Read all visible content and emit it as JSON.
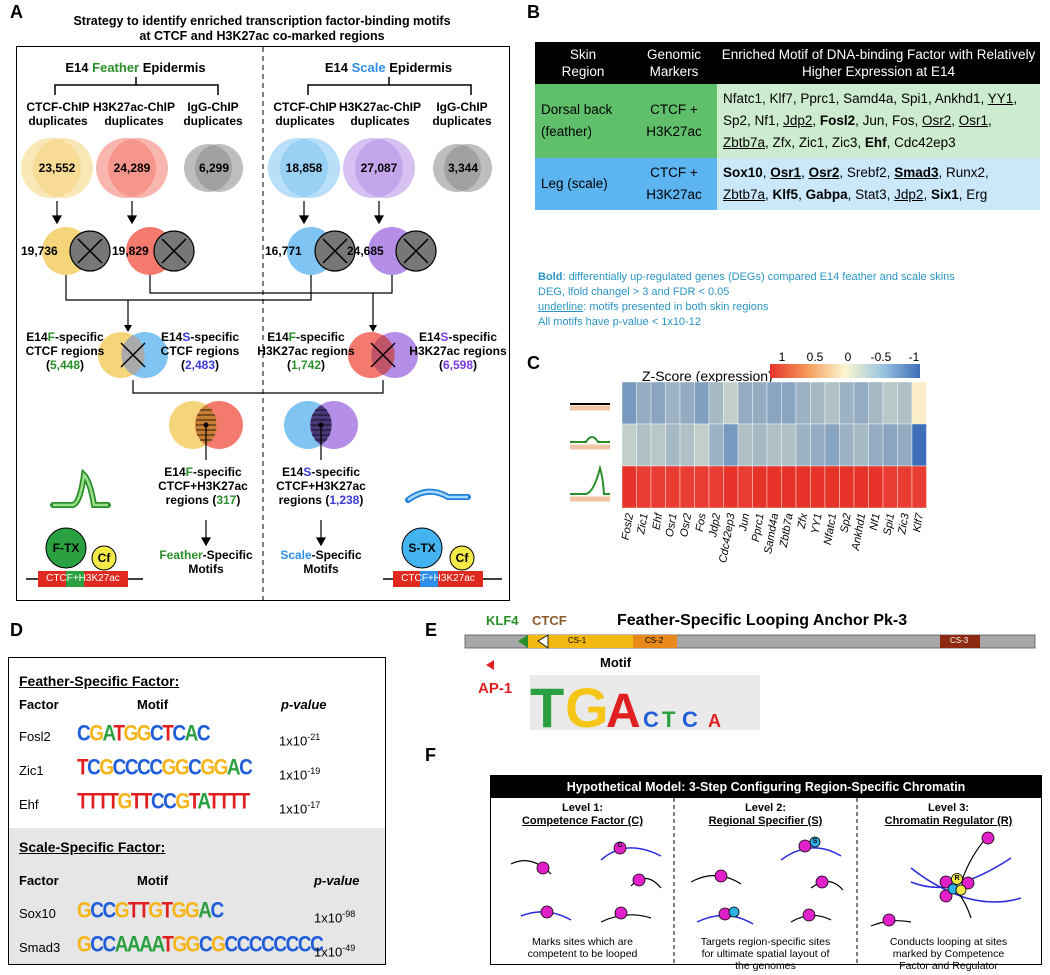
{
  "panels": {
    "a": "A",
    "b": "B",
    "c": "C",
    "d": "D",
    "e": "E",
    "f": "F"
  },
  "panelA": {
    "title_line1": "Strategy to identify enriched transcription factor-binding motifs",
    "title_line2": "at CTCF and H3K27ac co-marked regions",
    "feather_header": {
      "prefix": "E14",
      "colored": "Feather",
      "suffix": "Epidermis"
    },
    "scale_header": {
      "prefix": "E14",
      "colored": "Scale",
      "suffix": "Epidermis"
    },
    "chip_ctcf": "CTCF-ChIP",
    "chip_h3k": "H3K27ac-ChIP",
    "chip_igg": "IgG-ChIP",
    "dup": "duplicates",
    "counts_top": [
      "23,552",
      "24,289",
      "6,299",
      "18,858",
      "27,087",
      "3,344"
    ],
    "counts_mid": [
      "19,736",
      "19,829",
      "16,771",
      "24,685"
    ],
    "spec_f_ctcf": {
      "l1a": "E14",
      "l1b": "F",
      "l1c": "-specific",
      "l2": "CTCF regions",
      "n": "5,448"
    },
    "spec_s_ctcf": {
      "l1a": "E14",
      "l1b": "S",
      "l1c": "-specific",
      "l2": "CTCF regions",
      "n": "2,483"
    },
    "spec_f_h3k": {
      "l1a": "E14",
      "l1b": "F",
      "l1c": "-specific",
      "l2": "H3K27ac regions",
      "n": "1,742"
    },
    "spec_s_h3k": {
      "l1a": "E14",
      "l1b": "S",
      "l1c": "-specific",
      "l2": "H3K27ac regions",
      "n": "6,598"
    },
    "co_f": {
      "l1a": "E14",
      "l1b": "F",
      "l1c": "-specific",
      "l2": "CTCF+H3K27ac",
      "l3": "regions",
      "n": "317"
    },
    "co_s": {
      "l1a": "E14",
      "l1b": "S",
      "l1c": "-specific",
      "l2": "CTCF+H3K27ac",
      "l3": "regions",
      "n": "1,238"
    },
    "f_tx": "F-TX",
    "s_tx": "S-TX",
    "cf": "Cf",
    "ctcf_h3k_box": "CTCF+H3K27ac",
    "feather_motifs": {
      "a": "Feather",
      "b": "-Specific",
      "c": "Motifs"
    },
    "scale_motifs": {
      "a": "Scale",
      "b": "-Specific",
      "c": "Motifs"
    }
  },
  "panelB": {
    "headers": [
      "Skin\nRegion",
      "Genomic\nMarkers",
      "Enriched Motif of DNA-binding Factor with Relatively Higher Expression at E14"
    ],
    "rows": [
      {
        "region": "Dorsal back (feather)",
        "markers": "CTCF + H3K27ac",
        "motifs": [
          [
            "Nfatc1",
            ""
          ],
          [
            "Klf7",
            ""
          ],
          [
            "Pprc1",
            ""
          ],
          [
            "Samd4a",
            ""
          ],
          [
            "Spi1",
            ""
          ],
          [
            "Ankhd1",
            ""
          ],
          [
            "YY1",
            "u"
          ],
          [
            "Sp2",
            ""
          ],
          [
            "Nf1",
            ""
          ],
          [
            "Jdp2",
            "u"
          ],
          [
            "Fosl2",
            "b"
          ],
          [
            "Jun",
            ""
          ],
          [
            "Fos",
            ""
          ],
          [
            "Osr2",
            "u"
          ],
          [
            "Osr1",
            "u"
          ],
          [
            "Zbtb7a",
            "u"
          ],
          [
            "Zfx",
            ""
          ],
          [
            "Zic1",
            ""
          ],
          [
            "Zic3",
            ""
          ],
          [
            "Ehf",
            "b"
          ],
          [
            "Cdc42ep3",
            ""
          ]
        ]
      },
      {
        "region": "Leg (scale)",
        "markers": "CTCF + H3K27ac",
        "motifs": [
          [
            "Sox10",
            "b"
          ],
          [
            "Osr1",
            "bu"
          ],
          [
            "Osr2",
            "bu"
          ],
          [
            "Srebf2",
            ""
          ],
          [
            "Smad3",
            "bu"
          ],
          [
            "Runx2",
            ""
          ],
          [
            "Zbtb7a",
            "u"
          ],
          [
            "Klf5",
            "b"
          ],
          [
            "Gabpa",
            "b"
          ],
          [
            "Stat3",
            ""
          ],
          [
            "Jdp2",
            "u"
          ],
          [
            "Six1",
            "b"
          ],
          [
            "Erg",
            ""
          ]
        ]
      }
    ],
    "legend": {
      "bold_label": "Bold",
      "bold_text": ": differentially up-regulated genes (DEGs) compared E14 feather and scale skins",
      "deg_text": "DEG, lfold changel > 3 and FDR < 0.05",
      "ul_label": "underline",
      "ul_text": ": motifs presented in both skin regions",
      "p_text": "All motifs have p-value < 1x10-12"
    }
  },
  "chart_data": {
    "type": "heatmap",
    "title": "Z-Score (expression)",
    "colorbar_ticks": [
      "1",
      "0.5",
      "0",
      "-0.5",
      "-1"
    ],
    "columns": [
      "Fosl2",
      "Zic1",
      "Ehf",
      "Osr1",
      "Osr2",
      "Fos",
      "Jdp2",
      "Cdc42ep3",
      "Jun",
      "Pprc1",
      "Samd4a",
      "Zbtb7a",
      "Zfx",
      "YY1",
      "Nfatc1",
      "Sp2",
      "Ankhd1",
      "Nf1",
      "Spi1",
      "Zic3",
      "Klf7"
    ],
    "rows": [
      "flat",
      "placode",
      "feather bud"
    ],
    "values": [
      [
        -0.7,
        -0.55,
        -0.6,
        -0.5,
        -0.55,
        -0.65,
        -0.45,
        -0.3,
        -0.55,
        -0.55,
        -0.6,
        -0.6,
        -0.5,
        -0.45,
        -0.4,
        -0.5,
        -0.55,
        -0.45,
        -0.35,
        -0.4,
        0.05
      ],
      [
        -0.3,
        -0.4,
        -0.35,
        -0.45,
        -0.4,
        -0.3,
        -0.5,
        -0.7,
        -0.4,
        -0.45,
        -0.4,
        -0.4,
        -0.5,
        -0.55,
        -0.6,
        -0.5,
        -0.45,
        -0.55,
        -0.6,
        -0.55,
        -1.0
      ],
      [
        1.0,
        0.95,
        0.95,
        0.95,
        0.95,
        0.95,
        0.95,
        1.0,
        0.95,
        1.0,
        1.0,
        1.0,
        1.0,
        1.0,
        1.0,
        1.0,
        1.0,
        1.0,
        0.95,
        0.95,
        0.95
      ]
    ]
  },
  "panelD": {
    "feather_title": "Feather-Specific Factor",
    "scale_title": "Scale-Specific Factor",
    "col_factor": "Factor",
    "col_motif": "Motif",
    "col_p": "p-value",
    "feather_rows": [
      {
        "factor": "Fosl2",
        "motif": "CGATGGCTCAC",
        "p": "1x10",
        "exp": "-21"
      },
      {
        "factor": "Zic1",
        "motif": "TCGCCCCGGCGGAC",
        "p": "1x10",
        "exp": "-19"
      },
      {
        "factor": "Ehf",
        "motif": "TTTTGTTCCGTATTTT",
        "p": "1x10",
        "exp": "-17"
      }
    ],
    "scale_rows": [
      {
        "factor": "Sox10",
        "motif": "GCCGTTGTGGAC",
        "p": "1x10",
        "exp": "-98"
      },
      {
        "factor": "Smad3",
        "motif": "GCCAAAATGGCGCCCCCCCC",
        "p": "1x10",
        "exp": "-49"
      }
    ]
  },
  "panelE": {
    "title": "Feather-Specific Looping Anchor Pk-3",
    "klf4": "KLF4",
    "ctcf": "CTCF",
    "cs1": "CS-1",
    "cs2": "CS-2",
    "cs3": "CS-3",
    "motif_label": "Motif",
    "ap1": "AP-1",
    "logo": "TGACTCA"
  },
  "panelF": {
    "title": "Hypothetical Model: 3-Step Configuring Region-Specific Chromatin",
    "levels": [
      {
        "l1": "Level 1:",
        "l2": "Competence Factor (C)",
        "desc1": "Marks sites which are",
        "desc2": "competent to be looped",
        "tag": "C"
      },
      {
        "l1": "Level 2:",
        "l2": "Regional Specifier (S)",
        "desc1": "Targets region-specific sites",
        "desc2": "for ultimate spatial layout of",
        "desc3": "the genomes",
        "tag": "S"
      },
      {
        "l1": "Level 3:",
        "l2": "Chromatin Regulator (R)",
        "desc1": "Conducts looping at sites",
        "desc2": "marked by Competence",
        "desc3": "Factor and Regulator",
        "tag": "R"
      }
    ]
  },
  "colors": {
    "feather": "#2a8f2a",
    "scale": "#2f8fe8",
    "s_num": "#3a3ad8",
    "yellow": "#f5d47a",
    "red": "#f47a6e",
    "blue": "#7fc4f2",
    "purple": "#b58ee8",
    "grey": "#999999"
  }
}
